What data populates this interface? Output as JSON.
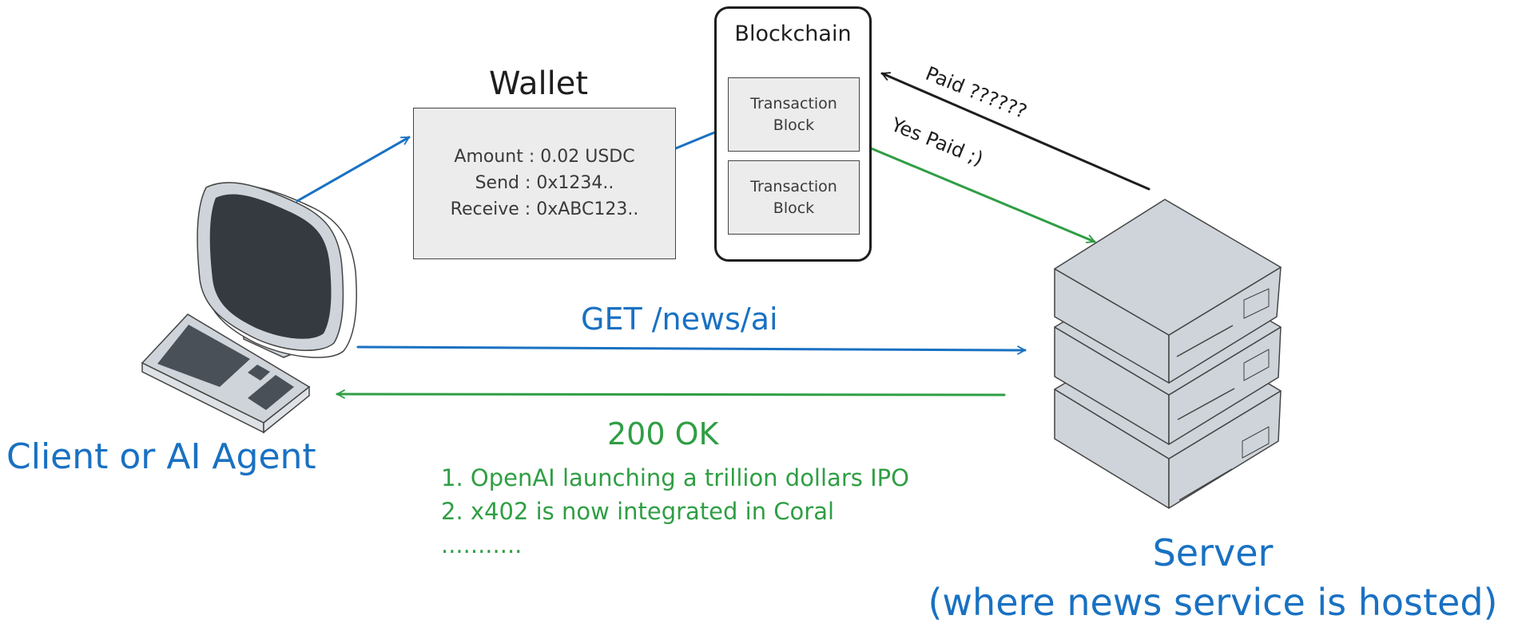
{
  "diagram": {
    "title": "x402 payment flow",
    "colors": {
      "request": "#1971c2",
      "response": "#2f9e44",
      "neutral": "#1e1e1e",
      "box_fill": "#ececec",
      "device_fill": "#ced4da",
      "screen_fill": "#343a40"
    },
    "client": {
      "label": "Client or AI Agent",
      "icon": "desktop-computer-icon"
    },
    "wallet": {
      "title": "Wallet",
      "lines": [
        "Amount : 0.02 USDC",
        "Send : 0x1234..",
        "Receive : 0xABC123.."
      ]
    },
    "blockchain": {
      "title": "Blockchain",
      "blocks": [
        {
          "line1": "Transaction",
          "line2": "Block"
        },
        {
          "line1": "Transaction",
          "line2": "Block"
        }
      ]
    },
    "server": {
      "label_line1": "Server",
      "label_line2": "(where news service is hosted)",
      "icon": "server-stack-icon"
    },
    "edges": {
      "client_to_wallet": {
        "label": ""
      },
      "wallet_to_blockchain": {
        "label": ""
      },
      "server_to_blockchain": {
        "label": "Paid ??????"
      },
      "blockchain_to_server": {
        "label": "Yes Paid ;)"
      },
      "request": {
        "label": "GET /news/ai"
      },
      "response": {
        "label": "200 OK",
        "items": [
          "1. OpenAI launching a trillion dollars IPO",
          "2. x402 is now integrated in Coral",
          "..........."
        ]
      }
    }
  }
}
